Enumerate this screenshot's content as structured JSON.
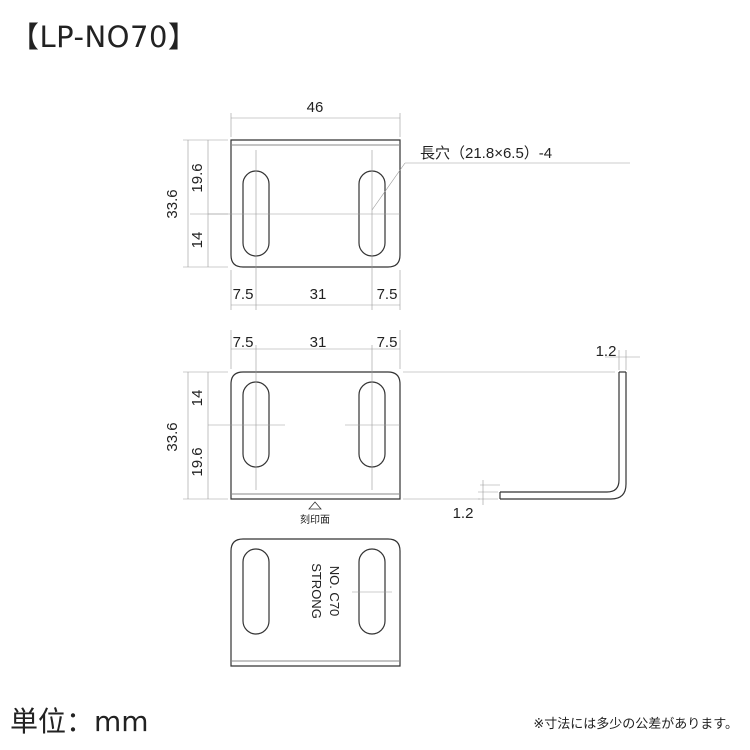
{
  "title": "【LP-NO70】",
  "units_label": "単位：mm",
  "footnote": "※寸法には多少の公差があります。",
  "top_view": {
    "width": "46",
    "hole_callout": "長穴（21.8×6.5）-4",
    "height_total": "33.6",
    "height_upper": "19.6",
    "height_lower": "14",
    "bottom_left": "7.5",
    "bottom_middle": "31",
    "bottom_right": "7.5"
  },
  "middle_view": {
    "top_left": "7.5",
    "top_middle": "31",
    "top_right": "7.5",
    "height_total": "33.6",
    "height_upper": "14",
    "height_lower": "19.6",
    "stamp_face_label": "刻印面"
  },
  "side_view": {
    "thickness_top": "1.2",
    "thickness_bottom": "1.2"
  },
  "bottom_view": {
    "stamp_line1": "STRONG",
    "stamp_line2": "NO. C70"
  }
}
